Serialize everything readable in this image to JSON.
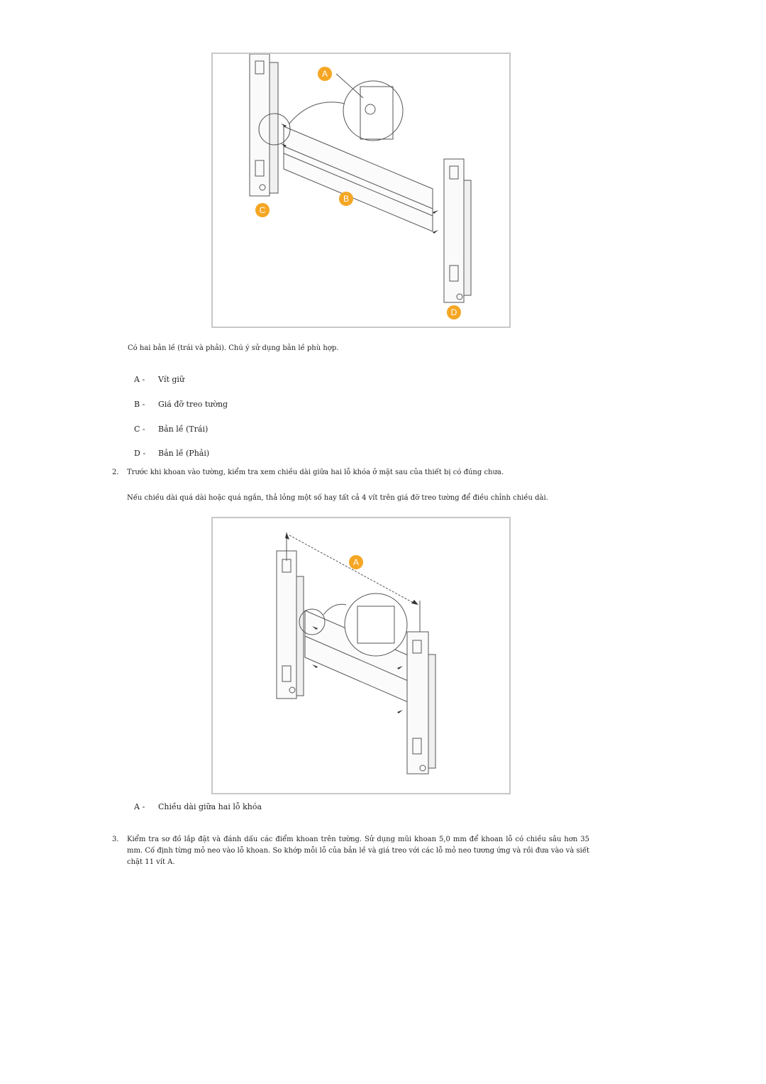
{
  "figure1": {
    "callouts": [
      "A",
      "B",
      "C",
      "D"
    ],
    "caption": "Có hai bản lề (trái và phải). Chú ý sử dụng bản lề phù hợp."
  },
  "legend1": [
    {
      "letter": "A -",
      "text": "Vít giữ"
    },
    {
      "letter": "B -",
      "text": "Giá đỡ treo tường"
    },
    {
      "letter": "C -",
      "text": "Bản lề (Trái)"
    },
    {
      "letter": "D -",
      "text": "Bản lề (Phải)"
    }
  ],
  "step2": {
    "number": "2.",
    "text": "Trước khi khoan vào tường, kiểm tra xem chiều dài giữa hai lỗ khóa ở mặt sau của thiết bị có đúng chưa.",
    "note": "Nếu chiều dài quá dài hoặc quá ngắn, thả lỏng một số hay tất cả 4 vít trên giá đỡ treo tường để điều chỉnh chiều dài."
  },
  "figure2": {
    "callouts": [
      "A"
    ]
  },
  "legend2": [
    {
      "letter": "A -",
      "text": "Chiều dài giữa hai lỗ khóa"
    }
  ],
  "step3": {
    "number": "3.",
    "text": "Kiểm tra sơ đồ lắp đặt và đánh dấu các điểm khoan trên tường. Sử dụng mũi khoan 5,0 mm để khoan lỗ có chiều sâu hơn 35 mm. Cố định từng mỏ neo vào lỗ khoan. So khớp mỗi lỗ của bản lề và giá treo với các lỗ mỏ neo tương ứng và rồi đưa vào và siết chặt 11 vít A."
  },
  "colors": {
    "callout": "#f5a623",
    "line": "#444444",
    "frame": "#c8c8c8"
  }
}
